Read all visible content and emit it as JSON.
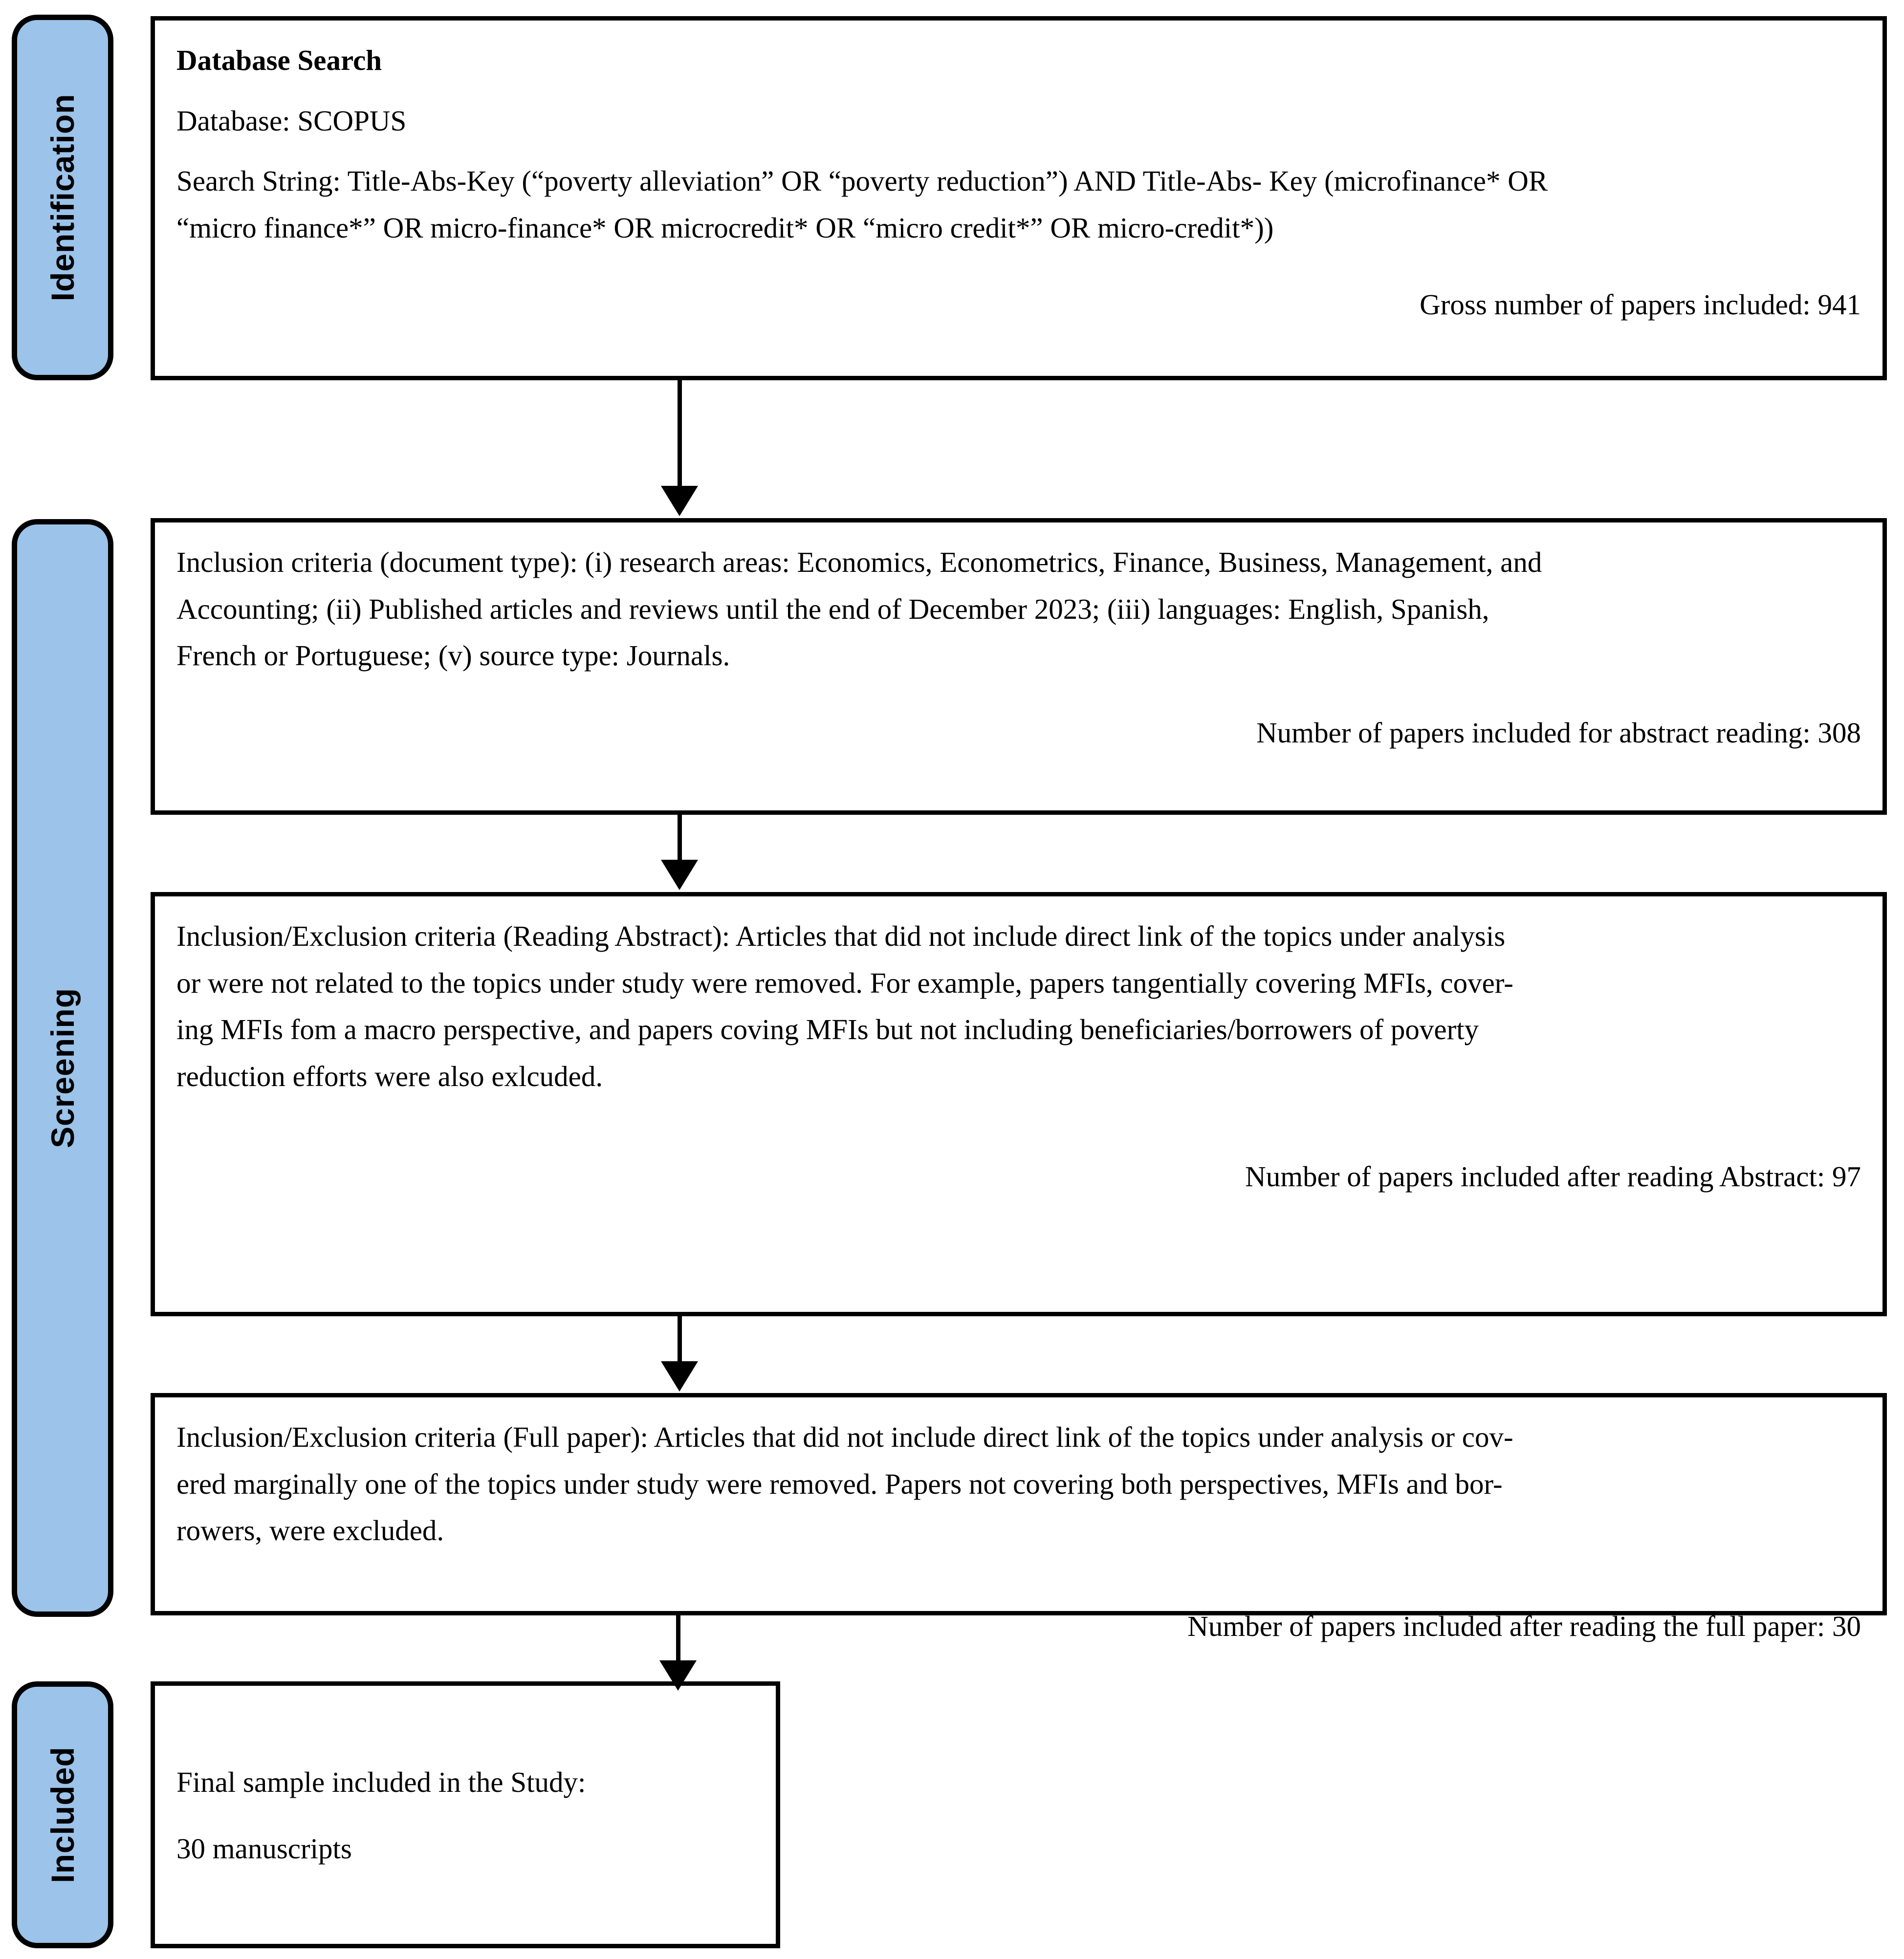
{
  "stages": [
    {
      "id": "identification",
      "label": "Identification"
    },
    {
      "id": "screening",
      "label": "Screening"
    },
    {
      "id": "included",
      "label": "Included"
    }
  ],
  "colors": {
    "stage_fill": "#9CC3E9",
    "stroke": "#000000",
    "box_fill": "#FFFFFF"
  },
  "boxes": {
    "identification": {
      "heading": "Database Search",
      "database_line": "Database: SCOPUS",
      "search_string_line1": "Search String: Title-Abs-Key (“poverty alleviation” OR “poverty reduction”) AND Title-Abs- Key (microfinance* OR",
      "search_string_line2": "“micro finance*” OR micro-finance* OR microcredit* OR “micro credit*” OR micro-credit*))",
      "count_label": "Gross number of papers included: 941"
    },
    "screening_1": {
      "criteria_line1": "Inclusion criteria (document type): (i) research areas: Economics, Econometrics, Finance, Business, Management, and",
      "criteria_line2": "Accounting; (ii) Published articles and reviews until the end of December 2023; (iii) languages: English, Spanish,",
      "criteria_line3": "French or Portuguese; (v) source type: Journals.",
      "count_label": "Number of papers included for abstract reading: 308"
    },
    "screening_2": {
      "criteria_line1": "Inclusion/Exclusion criteria (Reading Abstract): Articles that did not include direct link of the topics under analysis",
      "criteria_line2": "or were not related to the topics under study were removed. For example, papers tangentially covering MFIs, cover-",
      "criteria_line3": "ing MFIs fom a macro perspective, and papers coving MFIs but not including beneficiaries/borrowers of poverty",
      "criteria_line4": "reduction efforts were also exlcuded.",
      "count_label": "Number of papers included after reading Abstract: 97"
    },
    "screening_3": {
      "criteria_line1": "Inclusion/Exclusion criteria (Full paper): Articles that did not include direct link of the topics under analysis or cov-",
      "criteria_line2": "ered marginally one of the topics under study were removed. Papers not covering both perspectives, MFIs and bor-",
      "criteria_line3": "rowers, were excluded.",
      "count_label": "Number of papers included after reading the full paper: 30"
    },
    "included": {
      "final_line1": "Final sample included in the Study:",
      "final_line2": "30 manuscripts"
    }
  },
  "flow": {
    "arrow_1_name": "arrow-identification-to-screening-1",
    "arrow_2_name": "arrow-screening-1-to-screening-2",
    "arrow_3_name": "arrow-screening-2-to-screening-3",
    "arrow_4_name": "arrow-screening-3-to-included"
  }
}
